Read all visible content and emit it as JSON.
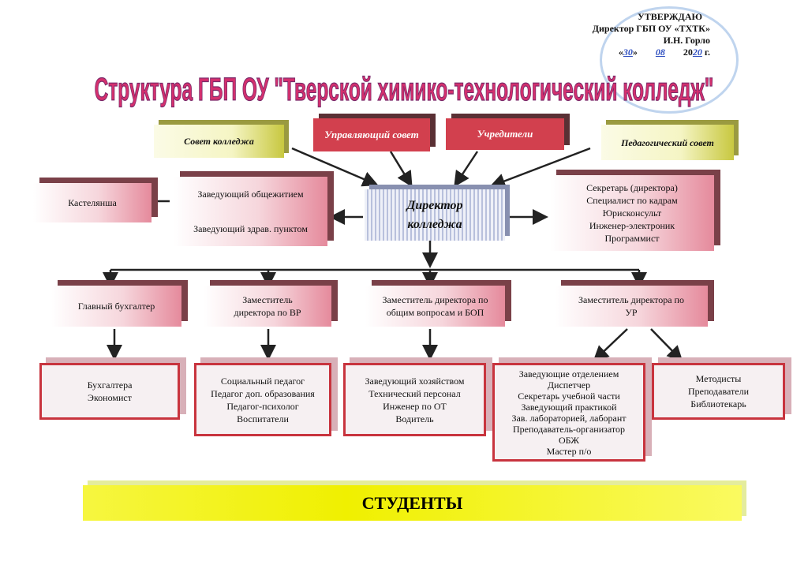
{
  "approval": {
    "line1": "УТВЕРЖДАЮ",
    "line2": "Директор ГБП ОУ «ТХТК»",
    "line3": "И.Н. Горло",
    "day": "30",
    "month": "08",
    "year_prefix": "20",
    "year_suffix": "20",
    "year_end": "г."
  },
  "title": "Структура ГБП ОУ \"Тверской химико-технологический колледж\"",
  "top": {
    "council": "Совет колледжа",
    "governing": "Управляющий совет",
    "founders": "Учредители",
    "pedagogical": "Педагогический совет"
  },
  "director": {
    "line1": "Директор",
    "line2": "колледжа"
  },
  "left": {
    "castellan": "Кастелянша",
    "dorm": "Заведующий общежитием",
    "health": "Заведующий здрав. пунктом"
  },
  "right": [
    "Секретарь (директора)",
    "Специалист по кадрам",
    "Юрисконсульт",
    "Инженер-электроник",
    "Программист"
  ],
  "deputies": [
    "Главный бухгалтер",
    "Заместитель директора по ВР",
    "Заместитель директора по общим вопросам и БОП",
    "Заместитель директора по УР"
  ],
  "staff": {
    "accounting": [
      "Бухгалтера",
      "Экономист"
    ],
    "vr": [
      "Социальный педагог",
      "Педагог доп. образования",
      "Педагог-психолог",
      "Воспитатели"
    ],
    "general": [
      "Заведующий хозяйством",
      "Технический персонал",
      "Инженер по ОТ",
      "Водитель"
    ],
    "ur": [
      "Заведующие отделением",
      "Диспетчер",
      "Секретарь учебной части",
      "Заведующий практикой",
      "Зав. лабораторией, лаборант",
      "Преподаватель-организатор",
      "ОБЖ",
      "Мастер п/о"
    ],
    "methodists": [
      "Методисты",
      "Преподаватели",
      "Библиотекарь"
    ]
  },
  "students": "СТУДЕНТЫ",
  "colors": {
    "title": "#d4306e",
    "dark_box": "#d2404e",
    "border_red": "#c8343e",
    "students": "#f0f000"
  }
}
